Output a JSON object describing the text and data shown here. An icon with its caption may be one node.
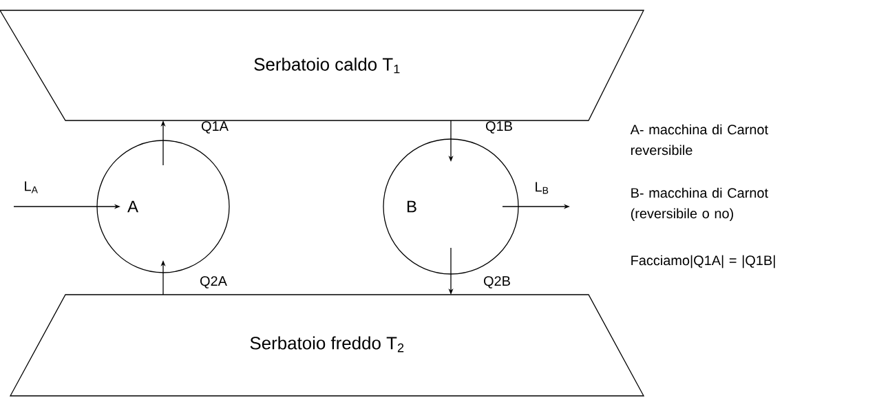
{
  "diagram": {
    "nodes": [
      {
        "text": [
          "Serbatoio caldo T$_{1}$"
        ]
      },
      {
        "text": [
          "A"
        ]
      },
      {
        "text": [
          "B"
        ]
      },
      {
        "text": [
          "Serbatoio freddo T$_{2}$"
        ]
      }
    ],
    "edges": [
      {
        "from": null,
        "to": 1,
        "arrow": "to",
        "label": "L$_{A}$"
      },
      {
        "from": 1,
        "to": 0,
        "arrow": "to",
        "label": "Q1A"
      },
      {
        "from": 3,
        "to": 1,
        "arrow": "to",
        "label": "Q2A"
      },
      {
        "from": 0,
        "to": 2,
        "arrow": "to",
        "label": "Q1B"
      },
      {
        "from": 2,
        "to": 3,
        "arrow": "to",
        "label": "Q2B"
      },
      {
        "from": 2,
        "to": null,
        "arrow": "to",
        "label": "L$_{B}$"
      }
    ],
    "labels": [
      "A- macchina di Carnot reversibile",
      "B- macchina di Carnot (reversibile o no)",
      "Facciamo|Q1A| = |Q1B|"
    ]
  }
}
